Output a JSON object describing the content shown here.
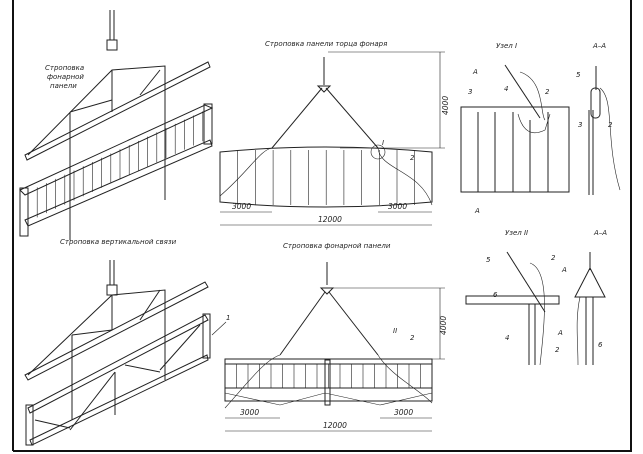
{
  "titles": {
    "top_left": [
      "Строповка",
      "фонарной",
      "панели"
    ],
    "top_center": "Строповка панели торца фонаря",
    "bottom_left": "Строповка вертикальной связи",
    "bottom_center": "Строповка фонарной панели",
    "node1": "Узел I",
    "node2": "Узел II",
    "section_top": "А–А",
    "section_bottom": "А–А"
  },
  "dimensions": {
    "top": {
      "left": "3000",
      "right": "3000",
      "total": "12000",
      "height": "4000"
    },
    "bottom": {
      "left": "3000",
      "right": "3000",
      "total": "12000",
      "height": "4000"
    }
  },
  "callouts": {
    "top_center": [
      "I",
      "2"
    ],
    "bottom_left": [
      "1"
    ],
    "bottom_center": [
      "II",
      "2"
    ],
    "node1": [
      "A",
      "3",
      "4",
      "2",
      "A"
    ],
    "section_top": [
      "5",
      "3",
      "2"
    ],
    "node2": [
      "5",
      "2",
      "A",
      "6",
      "4",
      "A"
    ],
    "section_bottom": [
      "2",
      "6"
    ]
  }
}
